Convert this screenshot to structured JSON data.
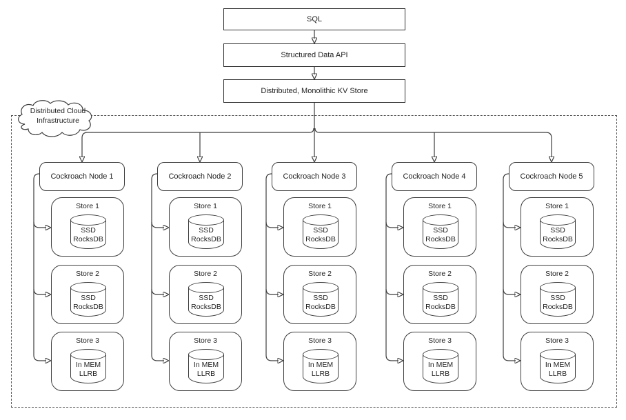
{
  "colors": {
    "stroke": "#3c3c3c",
    "background": "#ffffff"
  },
  "pipeline": [
    {
      "label": "SQL"
    },
    {
      "label": "Structured Data API"
    },
    {
      "label": "Distributed, Monolithic KV Store"
    }
  ],
  "cloud": {
    "line1": "Distributed Cloud",
    "line2": "Infrastructure"
  },
  "nodes": [
    {
      "label": "Cockroach Node 1",
      "stores": [
        {
          "title": "Store 1",
          "db": [
            "SSD",
            "RocksDB"
          ]
        },
        {
          "title": "Store 2",
          "db": [
            "SSD",
            "RocksDB"
          ]
        },
        {
          "title": "Store 3",
          "db": [
            "In MEM",
            "LLRB"
          ]
        }
      ]
    },
    {
      "label": "Cockroach Node 2",
      "stores": [
        {
          "title": "Store 1",
          "db": [
            "SSD",
            "RocksDB"
          ]
        },
        {
          "title": "Store 2",
          "db": [
            "SSD",
            "RocksDB"
          ]
        },
        {
          "title": "Store 3",
          "db": [
            "In MEM",
            "LLRB"
          ]
        }
      ]
    },
    {
      "label": "Cockroach Node 3",
      "stores": [
        {
          "title": "Store 1",
          "db": [
            "SSD",
            "RocksDB"
          ]
        },
        {
          "title": "Store 2",
          "db": [
            "SSD",
            "RocksDB"
          ]
        },
        {
          "title": "Store 3",
          "db": [
            "In MEM",
            "LLRB"
          ]
        }
      ]
    },
    {
      "label": "Cockroach Node 4",
      "stores": [
        {
          "title": "Store 1",
          "db": [
            "SSD",
            "RocksDB"
          ]
        },
        {
          "title": "Store 2",
          "db": [
            "SSD",
            "RocksDB"
          ]
        },
        {
          "title": "Store 3",
          "db": [
            "In MEM",
            "LLRB"
          ]
        }
      ]
    },
    {
      "label": "Cockroach Node 5",
      "stores": [
        {
          "title": "Store 1",
          "db": [
            "SSD",
            "RocksDB"
          ]
        },
        {
          "title": "Store 2",
          "db": [
            "SSD",
            "RocksDB"
          ]
        },
        {
          "title": "Store 3",
          "db": [
            "In MEM",
            "LLRB"
          ]
        }
      ]
    }
  ]
}
